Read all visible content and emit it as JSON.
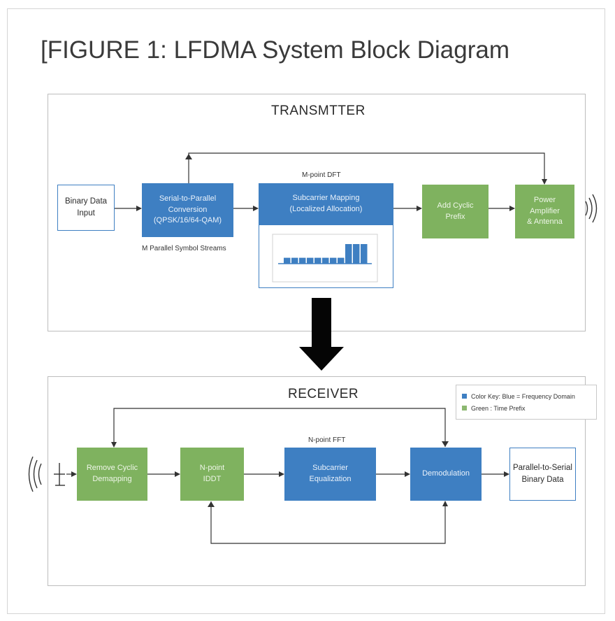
{
  "title": "[FIGURE 1: LFDMA System Block Diagram",
  "colors": {
    "blue": "#3e7fc2",
    "green": "#7fb25f",
    "outline": "#3e7fc2"
  },
  "transmitter": {
    "title": "TRANSMTTER",
    "input": "Binary Data\nInput",
    "serial_to_parallel": "Serial-to-Parallel\nConversion\n(QPSK/16/64-QAM)",
    "streams_caption": "M Parallel Symbol Streams",
    "dft_caption": "M-point DFT",
    "subcarrier_mapping": "Subcarrier Mapping\n(Localized Allocation)",
    "add_cp": "Add Cyclic\nPrefix",
    "power_amp": "Power\nAmplifier\n& Antenna",
    "antenna_icon": "antenna-waves-icon"
  },
  "transition_arrow_icon": "down-arrow-icon",
  "receiver": {
    "title": "RECEIVER",
    "remove_cp": "Remove Cyclic\nDemapping",
    "idft": "N-point\nIDDT",
    "fft_caption": "N-point FFT",
    "equalization": "Subcarrier\nEqualization",
    "demodulation": "Demodulation",
    "output": "Parallel-to-Serial\nBinary Data",
    "antenna_icon": "antenna-receive-icon"
  },
  "legend": {
    "blue_label": "Color Key: Blue = Frequency Domain",
    "green_label": "Green : Time Prefix"
  },
  "spectrum": {
    "bar_levels": [
      0.3,
      0.3,
      0.3,
      0.3,
      0.3,
      0.3,
      0.3,
      0.3,
      1,
      1,
      1
    ]
  }
}
